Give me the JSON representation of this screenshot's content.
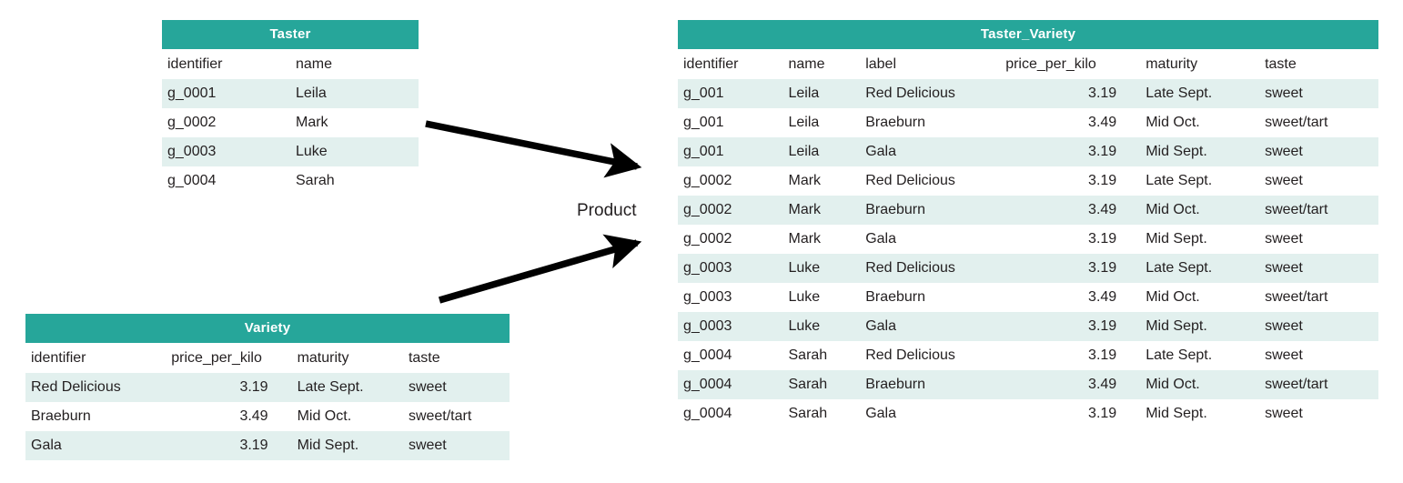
{
  "diagram": {
    "operation_label": "Product",
    "accent_color": "#26a69a",
    "band_color": "#e2f0ee",
    "arrow_color": "#000000"
  },
  "taster": {
    "title": "Taster",
    "columns": [
      "identifier",
      "name"
    ],
    "rows": [
      [
        "g_0001",
        "Leila"
      ],
      [
        "g_0002",
        "Mark"
      ],
      [
        "g_0003",
        "Luke"
      ],
      [
        "g_0004",
        "Sarah"
      ]
    ]
  },
  "variety": {
    "title": "Variety",
    "columns": [
      "identifier",
      "price_per_kilo",
      "maturity",
      "taste"
    ],
    "rows": [
      [
        "Red Delicious",
        "3.19",
        "Late Sept.",
        "sweet"
      ],
      [
        "Braeburn",
        "3.49",
        "Mid Oct.",
        "sweet/tart"
      ],
      [
        "Gala",
        "3.19",
        "Mid Sept.",
        "sweet"
      ]
    ]
  },
  "taster_variety": {
    "title": "Taster_Variety",
    "columns": [
      "identifier",
      "name",
      "label",
      "price_per_kilo",
      "maturity",
      "taste"
    ],
    "rows": [
      [
        "g_001",
        "Leila",
        "Red Delicious",
        "3.19",
        "Late Sept.",
        "sweet"
      ],
      [
        "g_001",
        "Leila",
        "Braeburn",
        "3.49",
        "Mid Oct.",
        "sweet/tart"
      ],
      [
        "g_001",
        "Leila",
        "Gala",
        "3.19",
        "Mid Sept.",
        "sweet"
      ],
      [
        "g_0002",
        "Mark",
        "Red Delicious",
        "3.19",
        "Late Sept.",
        "sweet"
      ],
      [
        "g_0002",
        "Mark",
        "Braeburn",
        "3.49",
        "Mid Oct.",
        "sweet/tart"
      ],
      [
        "g_0002",
        "Mark",
        "Gala",
        "3.19",
        "Mid Sept.",
        "sweet"
      ],
      [
        "g_0003",
        "Luke",
        "Red Delicious",
        "3.19",
        "Late Sept.",
        "sweet"
      ],
      [
        "g_0003",
        "Luke",
        "Braeburn",
        "3.49",
        "Mid Oct.",
        "sweet/tart"
      ],
      [
        "g_0003",
        "Luke",
        "Gala",
        "3.19",
        "Mid Sept.",
        "sweet"
      ],
      [
        "g_0004",
        "Sarah",
        "Red Delicious",
        "3.19",
        "Late Sept.",
        "sweet"
      ],
      [
        "g_0004",
        "Sarah",
        "Braeburn",
        "3.49",
        "Mid Oct.",
        "sweet/tart"
      ],
      [
        "g_0004",
        "Sarah",
        "Gala",
        "3.19",
        "Mid Sept.",
        "sweet"
      ]
    ]
  }
}
